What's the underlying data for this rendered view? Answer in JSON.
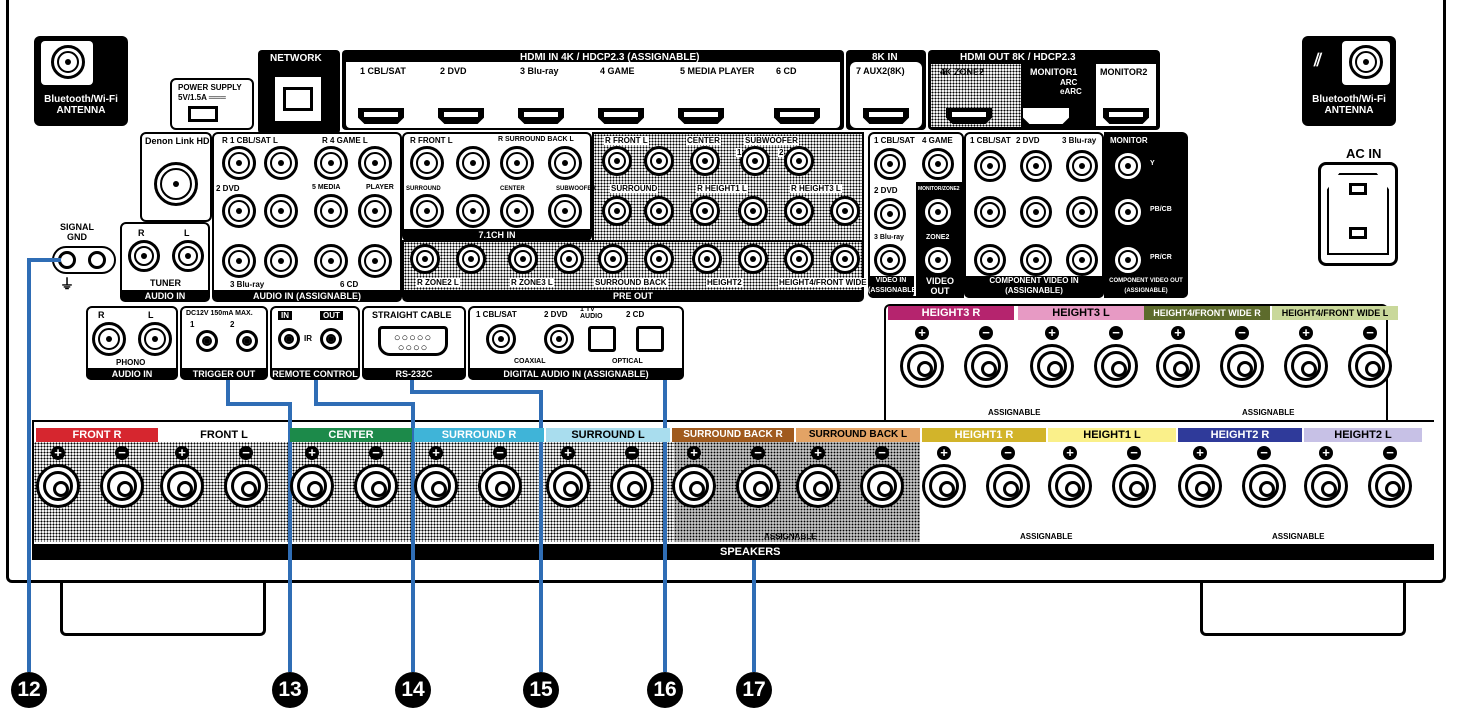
{
  "antenna": {
    "left": "Bluetooth/Wi-Fi\nANTENNA",
    "right": "Bluetooth/Wi-Fi\nANTENNA"
  },
  "power_supply": "POWER SUPPLY\n5V/1.5A ═══",
  "network": "NETWORK",
  "hdmi_in": {
    "header": "HDMI IN 4K / HDCP2.3 (ASSIGNABLE)",
    "ports": [
      "1 CBL/SAT",
      "2 DVD",
      "3 Blu-ray",
      "4 GAME",
      "5 MEDIA PLAYER",
      "6 CD"
    ]
  },
  "hdmi_8k": {
    "header": "8K IN",
    "port": "7 AUX2(8K)"
  },
  "hdmi_out": {
    "header": "HDMI OUT 8K / HDCP2.3",
    "ports": [
      "4K ZONE2",
      "MONITOR1",
      "MONITOR2"
    ],
    "arc": "ARC\neARC"
  },
  "ac_in": "AC IN",
  "signal_gnd": "SIGNAL\nGND",
  "denon_link": "Denon Link HD",
  "audio_in": {
    "labels": [
      "R 1 CBL/SAT L",
      "R 4 GAME L",
      "2 DVD",
      "5 MEDIA",
      "PLAYER",
      "3 Blu-ray",
      "6 CD"
    ],
    "bar": "AUDIO IN (ASSIGNABLE)"
  },
  "tuner": {
    "labels": [
      "R",
      "L",
      "TUNER"
    ],
    "bar": "AUDIO IN"
  },
  "ch71": {
    "labels": [
      "R FRONT L",
      "R SURROUND BACK L",
      "SURROUND",
      "CENTER",
      "SUBWOOFER"
    ],
    "bar": "7.1CH IN"
  },
  "preout": {
    "labels": [
      "R FRONT L",
      "CENTER",
      "SUBWOOFER",
      "1",
      "2",
      "SURROUND",
      "R HEIGHT1 L",
      "R HEIGHT3 L",
      "R ZONE2 L",
      "R ZONE3 L",
      "SURROUND BACK",
      "HEIGHT2",
      "HEIGHT4/FRONT WIDE"
    ],
    "bar": "PRE OUT"
  },
  "video_in": {
    "labels": [
      "1 CBL/SAT",
      "4 GAME",
      "2 DVD",
      "3 Blu-ray",
      "MONITOR/ZONE2",
      "ZONE2"
    ],
    "bar": "VIDEO IN (ASSIGNABLE)",
    "out_bar": "VIDEO OUT"
  },
  "component_in": {
    "labels": [
      "1 CBL/SAT",
      "2 DVD",
      "3 Blu-ray"
    ],
    "bar": "COMPONENT VIDEO IN\n(ASSIGNABLE)"
  },
  "component_out": {
    "labels": [
      "MONITOR",
      "Y",
      "PB/CB",
      "PR/CR"
    ],
    "bar": "COMPONENT VIDEO OUT\n(ASSIGNABLE)"
  },
  "phono": {
    "labels": [
      "R",
      "L",
      "PHONO"
    ],
    "bar": "AUDIO IN"
  },
  "trigger": {
    "labels": [
      "DC12V 150mA MAX.",
      "1",
      "2"
    ],
    "bar": "TRIGGER OUT"
  },
  "remote": {
    "labels": [
      "IN",
      "OUT",
      "IR"
    ],
    "bar": "REMOTE CONTROL"
  },
  "rs232": {
    "label": "STRAIGHT CABLE",
    "bar": "RS-232C"
  },
  "digital": {
    "labels": [
      "1 CBL/SAT",
      "2 DVD",
      "1 TV AUDIO",
      "2 CD",
      "COAXIAL",
      "OPTICAL"
    ],
    "bar": "DIGITAL AUDIO IN (ASSIGNABLE)"
  },
  "speakers_top": {
    "labels": [
      "HEIGHT3 R",
      "HEIGHT3 L",
      "HEIGHT4/FRONT WIDE R",
      "HEIGHT4/FRONT WIDE L"
    ],
    "colors": [
      "#b5246e",
      "#e79ac4",
      "#5d6b2c",
      "#c9d89a"
    ],
    "assignable": "ASSIGNABLE"
  },
  "speakers_bottom": {
    "labels": [
      "FRONT R",
      "FRONT L",
      "CENTER",
      "SURROUND R",
      "SURROUND L",
      "SURROUND BACK R",
      "SURROUND BACK L",
      "HEIGHT1 R",
      "HEIGHT1 L",
      "HEIGHT2 R",
      "HEIGHT2 L"
    ],
    "colors": [
      "#d6262f",
      "#ffffff",
      "#1c8a4a",
      "#3fb4d8",
      "#a9ddee",
      "#a05a1e",
      "#e3a365",
      "#d2b42a",
      "#faf08a",
      "#2f3a9a",
      "#c7c1e6"
    ],
    "assignable": "ASSIGNABLE",
    "bar": "SPEAKERS"
  },
  "callouts": [
    "12",
    "13",
    "14",
    "15",
    "16",
    "17"
  ]
}
